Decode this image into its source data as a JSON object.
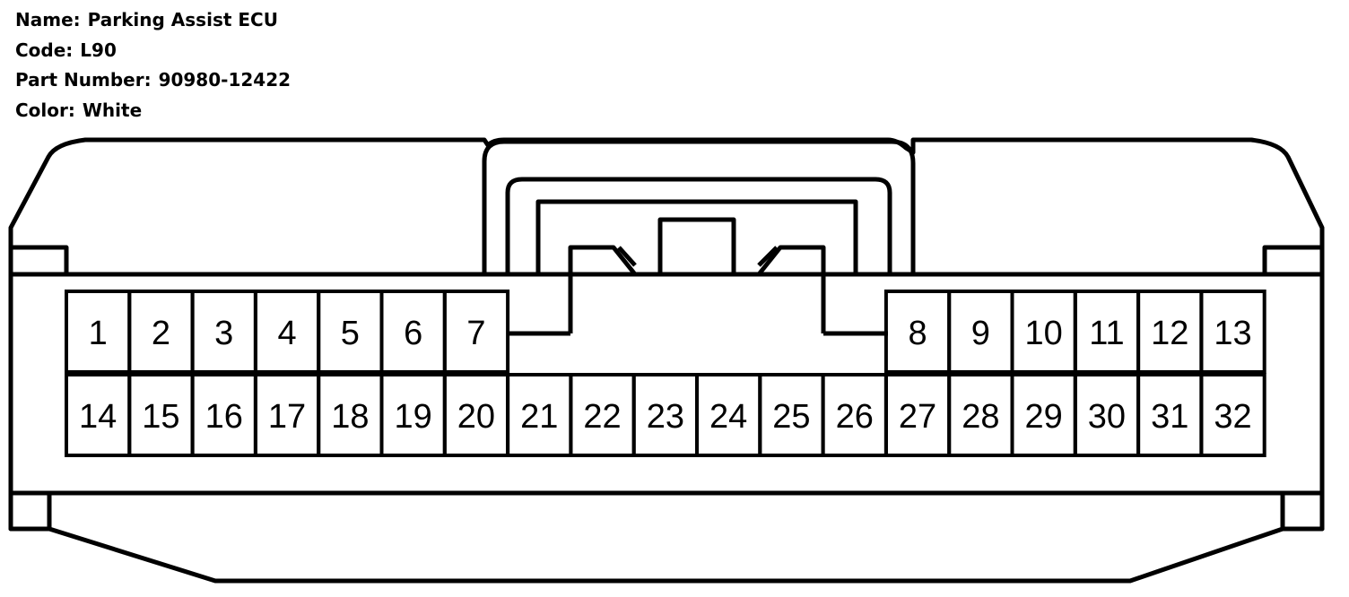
{
  "info": {
    "name_label": "Name:",
    "name_value": "Parking Assist ECU",
    "code_label": "Code:",
    "code_value": "L90",
    "part_label": "Part Number:",
    "part_value": "90980-12422",
    "color_label": "Color:",
    "color_value": "White"
  },
  "pins": {
    "top": [
      "1",
      "2",
      "3",
      "4",
      "5",
      "6",
      "7",
      "8",
      "9",
      "10",
      "11",
      "12",
      "13"
    ],
    "bottom": [
      "14",
      "15",
      "16",
      "17",
      "18",
      "19",
      "20",
      "21",
      "22",
      "23",
      "24",
      "25",
      "26",
      "27",
      "28",
      "29",
      "30",
      "31",
      "32"
    ]
  }
}
